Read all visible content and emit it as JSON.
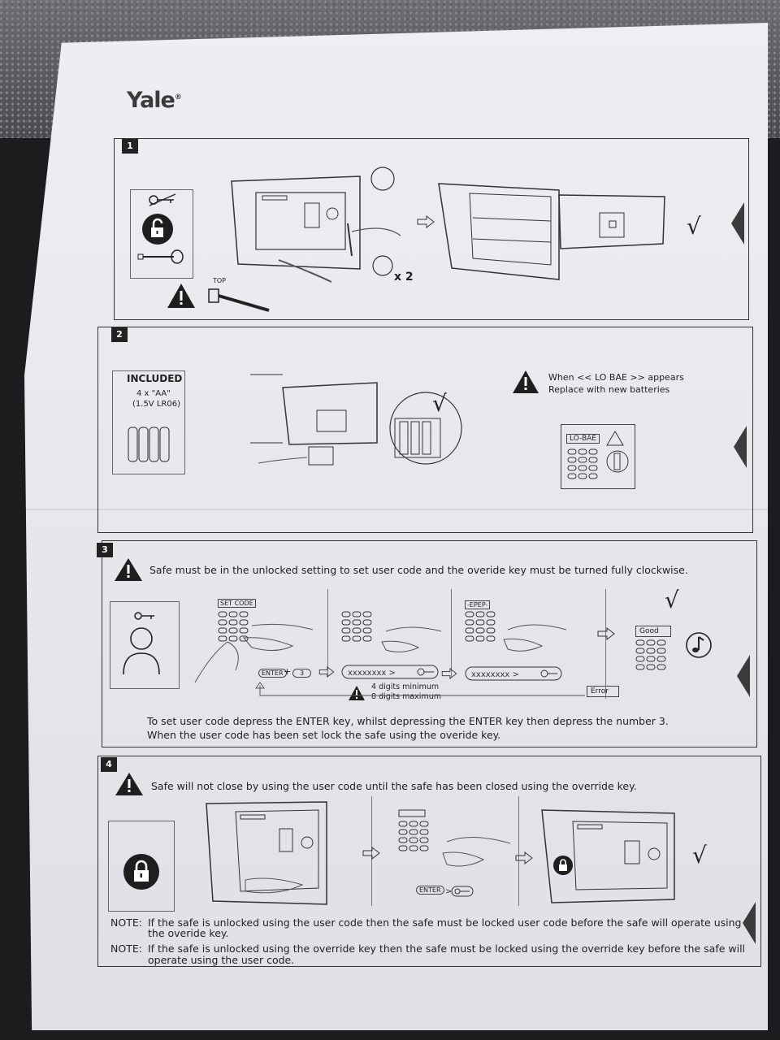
{
  "brand": {
    "logo": "Yale"
  },
  "step1": {
    "number": "1",
    "top_label": "TOP",
    "repeat_label": "x 2",
    "check": "√"
  },
  "step2": {
    "number": "2",
    "included_title": "INCLUDED",
    "battery_spec_line1": "4 x \"AA\"",
    "battery_spec_line2": "(1.5V LR06)",
    "warning_line1": "When << LO BAE >> appears",
    "warning_line2": "Replace with new batteries",
    "display_text": "LO-BAE",
    "check": "√"
  },
  "step3": {
    "number": "3",
    "warning": "Safe must be in the unlocked setting to set user code and the overide key must be turned fully clockwise.",
    "display_set_code": "SET CODE",
    "display_eeee": "-EPEP-",
    "display_good": "Good",
    "display_error": "Error",
    "enter_label": "ENTER",
    "three_label": "3",
    "digits_min": "4 digits minimum",
    "digits_max": "8 digits maximum",
    "instruction_line1": "To set user code depress the ENTER key, whilst depressing the ENTER key then depress the number 3.",
    "instruction_line2": "When the user code has been set lock the safe using the overide key.",
    "check": "√"
  },
  "step4": {
    "number": "4",
    "warning": "Safe will not close by using the user code until the safe has been closed using the override key.",
    "enter_label": "ENTER",
    "note1_label": "NOTE:",
    "note1_line1": "If the safe is unlocked using the user code then the safe must be locked user code before the safe will operate using",
    "note1_line2": "the overide key.",
    "note2_label": "NOTE:",
    "note2_line1": "If the safe is unlocked using the override key then the safe must be locked using the override key before the safe will",
    "note2_line2": "operate using the user code.",
    "check": "√"
  }
}
